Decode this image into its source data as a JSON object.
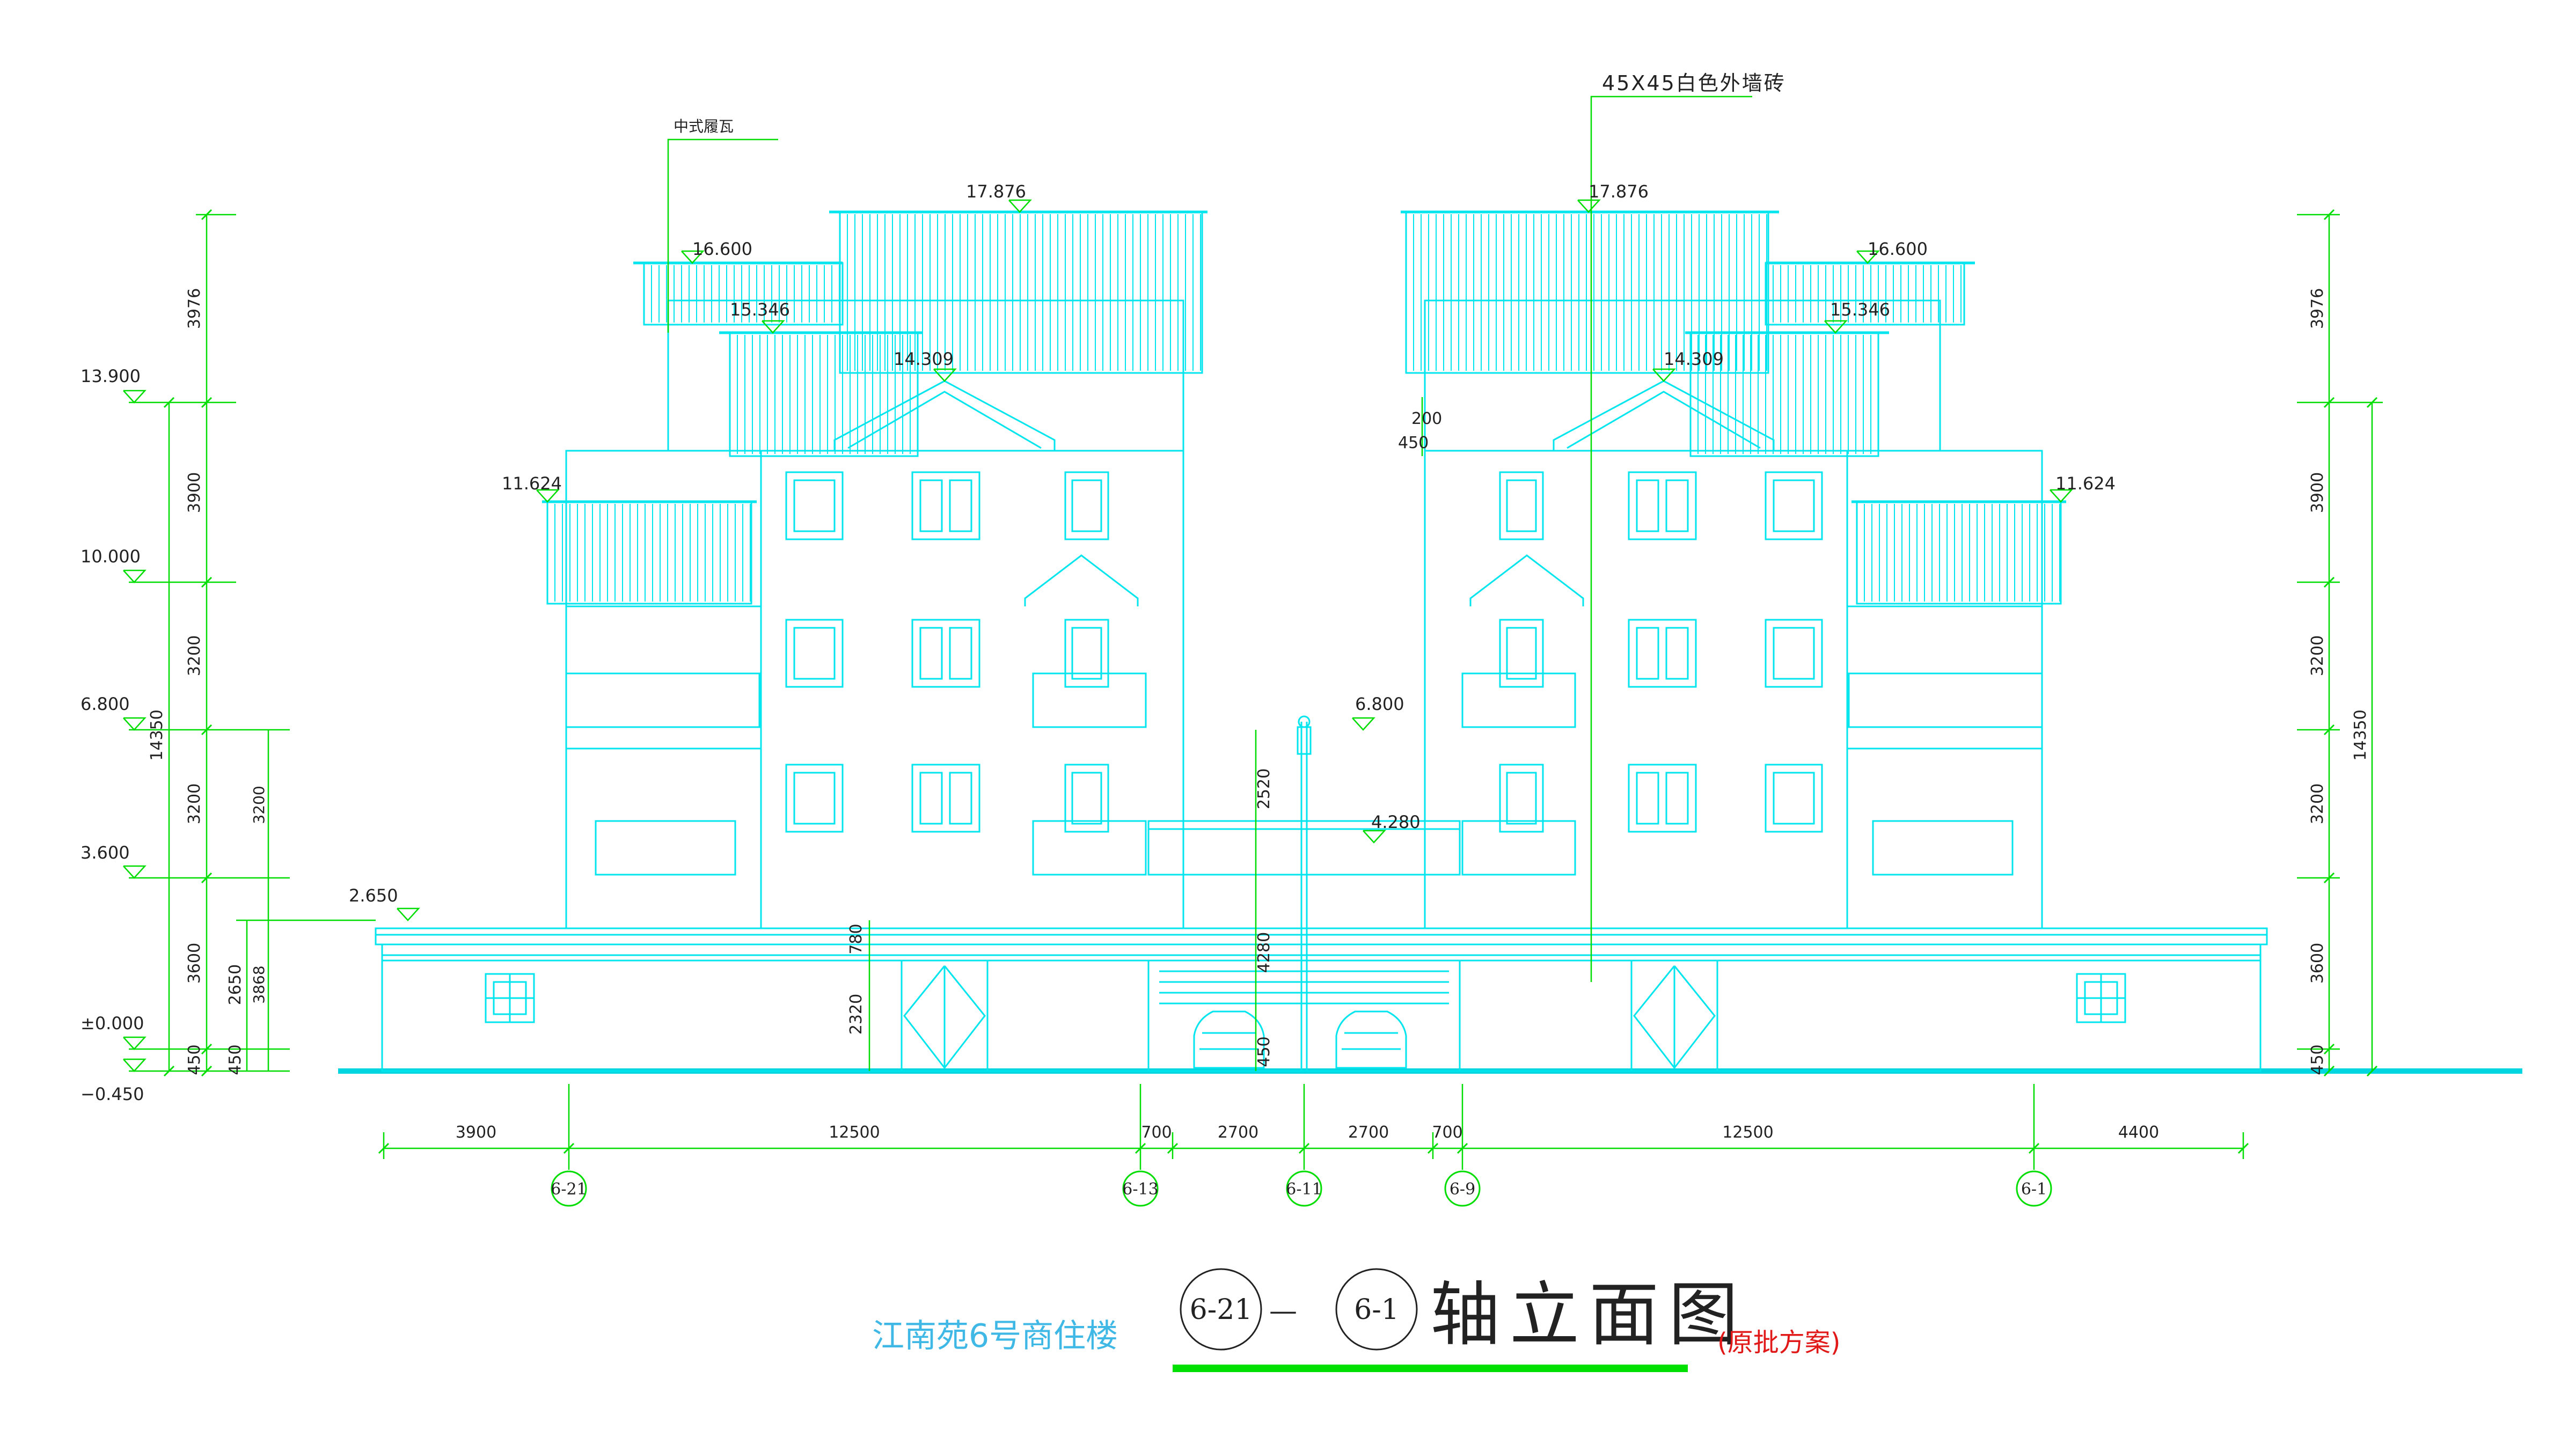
{
  "project_name": "江南苑6号商住楼",
  "drawing_title": {
    "axis_start": "6-21",
    "dash": "—",
    "axis_end": "6-1",
    "text": "轴立面图",
    "note": "(原批方案)"
  },
  "notes": {
    "roof_tile": "中式履瓦",
    "wall_tile": "45X45白色外墙砖"
  },
  "colors": {
    "building": "#00e5ee",
    "dimension": "#00dd00",
    "ground": "#00d5e0",
    "title_underline": "#00e000",
    "text": "#222222",
    "project_text": "#3fb8e6",
    "red_note": "#e01818"
  },
  "elevation_labels": {
    "e17876_left": "17.876",
    "e17876_right": "17.876",
    "e16600_left": "16.600",
    "e16600_right": "16.600",
    "e15346_left": "15.346",
    "e15346_right": "15.346",
    "e14309_left": "14.309",
    "e14309_right": "14.309",
    "e11624_left": "11.624",
    "e11624_right": "11.624",
    "e13900": "13.900",
    "e10000": "10.000",
    "e6800": "6.800",
    "e6800_mid": "6.800",
    "e4280": "4.280",
    "e3600": "3.600",
    "e2650": "2.650",
    "e0000": "±0.000",
    "e_minus450": "−0.450"
  },
  "left_dims": {
    "d3976": "3976",
    "d3900": "3900",
    "d3200a": "3200",
    "d3200b": "3200",
    "d3600": "3600",
    "d450": "450",
    "d14350": "14350",
    "d3200c": "3200",
    "d2650": "2650",
    "d3868": "3868",
    "d450b": "450"
  },
  "right_dims": {
    "d3976": "3976",
    "d3900": "3900",
    "d3200a": "3200",
    "d3200b": "3200",
    "d3600": "3600",
    "d450": "450",
    "d14350": "14350"
  },
  "mid_dims": {
    "d2520": "2520",
    "d4280": "4280",
    "d450": "450",
    "d200": "200",
    "d450b": "450",
    "d780": "780",
    "d2320": "2320"
  },
  "bottom_dims": [
    "3900",
    "12500",
    "700",
    "2700",
    "2700",
    "700",
    "12500",
    "4400"
  ],
  "axis_bubbles": [
    "6-21",
    "6-13",
    "6-11",
    "6-9",
    "6-1"
  ]
}
